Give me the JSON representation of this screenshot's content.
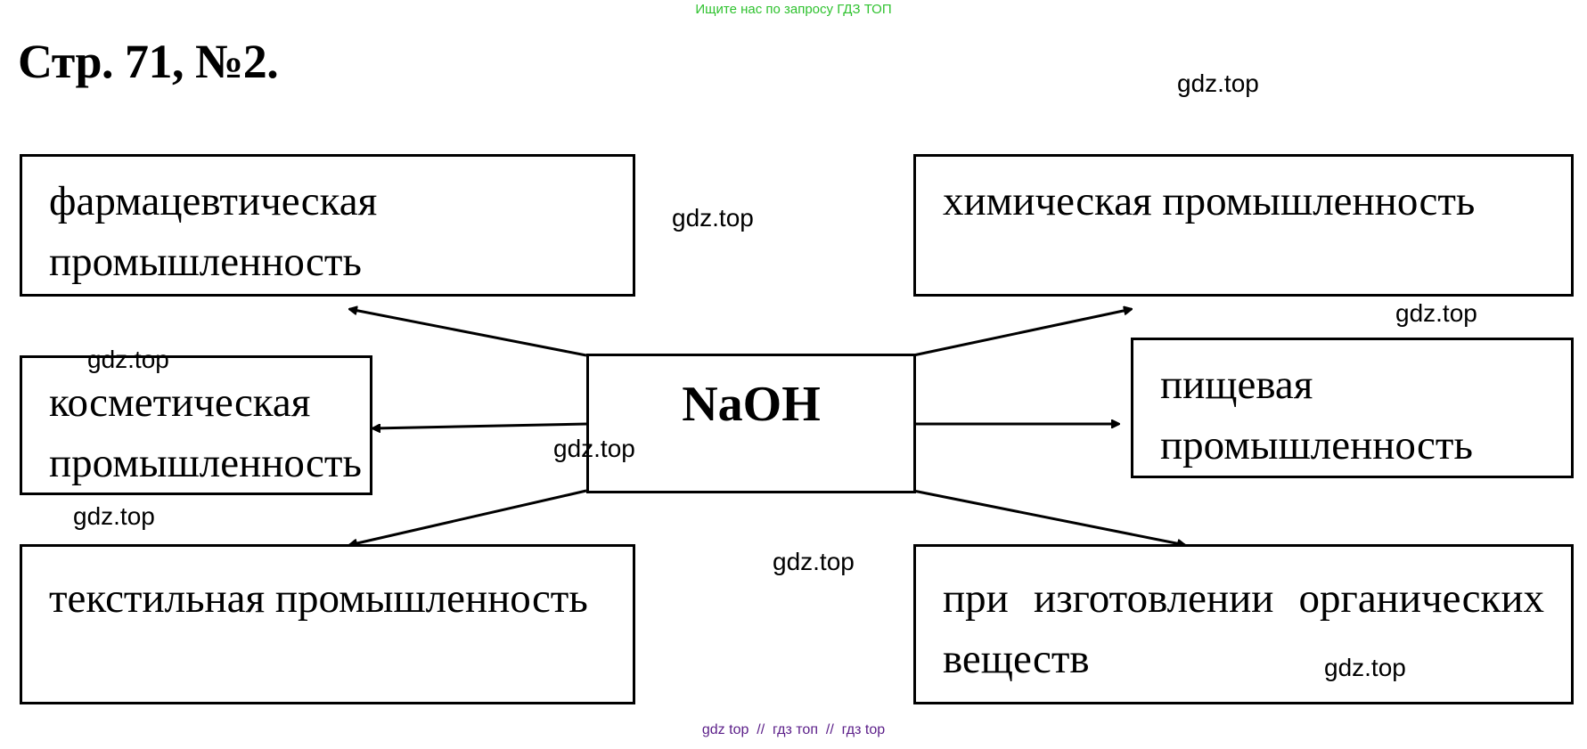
{
  "top_banner": "Ищите нас по запросу ГДЗ ТОП",
  "title": "Стр. 71, №2.",
  "center": "NaOH",
  "boxes": {
    "top_left": "фармацевтическая промышленность",
    "top_right": "химическая промышленность",
    "middle_left": "косметическая промышленность",
    "middle_right": "пищевая промышленность",
    "bottom_left": "текстильная промышленность",
    "bottom_right": "при изготовлении органических веществ"
  },
  "watermark": "gdz.top",
  "bottom_banner": "gdz top  //  гдз топ  //  гдз top"
}
